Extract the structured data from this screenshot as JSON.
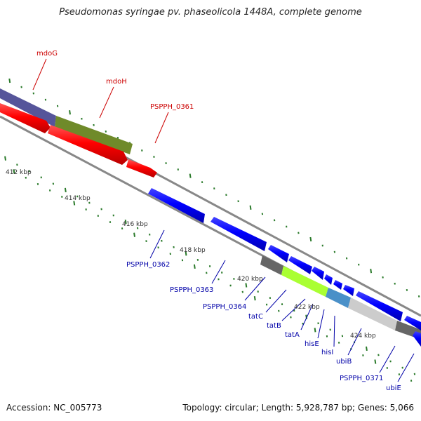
{
  "title": "Pseudomonas syringae pv. phaseolicola 1448A, complete genome",
  "accession": "Accession: NC_005773",
  "topology": "Topology: circular; Length: 5,928,787 bp; Genes: 5,066",
  "colors": {
    "forward_gene": "#ff0000",
    "reverse_gene": "#0000ff",
    "cog_purple": "#56559a",
    "cog_olive": "#6f8a2a",
    "cog_dark_gray": "#666666",
    "cog_lime": "#aaff33",
    "cog_steel_blue": "#4a90c8",
    "cog_light_gray": "#cccccc",
    "backbone": "#888888",
    "tick_mark": "#2a7a2a",
    "forward_label": "#cc0000",
    "reverse_label": "#0000a8"
  },
  "scale_labels": [
    "412 kbp",
    "414 kbp",
    "416 kbp",
    "418 kbp",
    "420 kbp",
    "422 kbp",
    "424 kbp"
  ],
  "forward_genes": [
    "mdoG",
    "mdoH",
    "PSPPH_0361"
  ],
  "reverse_genes": [
    "PSPPH_0362",
    "PSPPH_0363",
    "PSPPH_0364",
    "tatC",
    "tatB",
    "tatA",
    "hisE",
    "hisI",
    "ubiB",
    "PSPPH_0371",
    "ubiE"
  ]
}
